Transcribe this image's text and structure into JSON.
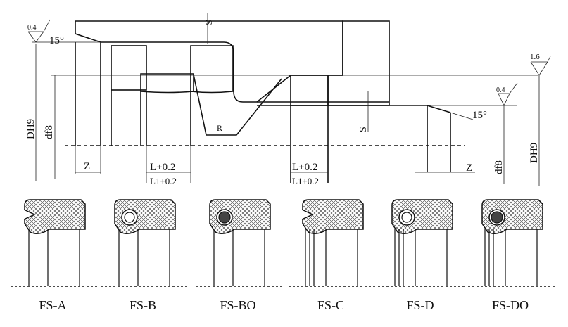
{
  "assembly": {
    "surface_left": "0.4",
    "surface_right_rod": "0.4",
    "surface_right_bore": "1.6",
    "angle_left": "15°",
    "angle_right": "15°",
    "dim_s_top": "S",
    "dim_s_bottom": "S",
    "dim_r": "R",
    "dim_dh9_left": "DH9",
    "dim_df8_left": "df8",
    "dim_dh9_right": "DH9",
    "dim_df8_right": "df8",
    "dim_z_left": "Z",
    "dim_z_right": "Z",
    "dim_l_left": "L+0.2",
    "dim_l1_left": "L1+0.2",
    "dim_l_right": "L+0.2",
    "dim_l1_right": "L1+0.2"
  },
  "profiles": [
    {
      "label": "FS-A",
      "type": "lip",
      "ring": "none"
    },
    {
      "label": "FS-B",
      "type": "ring",
      "ring": "hollow"
    },
    {
      "label": "FS-BO",
      "type": "ring",
      "ring": "solid"
    },
    {
      "label": "FS-C",
      "type": "lip",
      "ring": "none"
    },
    {
      "label": "FS-D",
      "type": "ring",
      "ring": "hollow"
    },
    {
      "label": "FS-DO",
      "type": "ring",
      "ring": "solid"
    }
  ]
}
